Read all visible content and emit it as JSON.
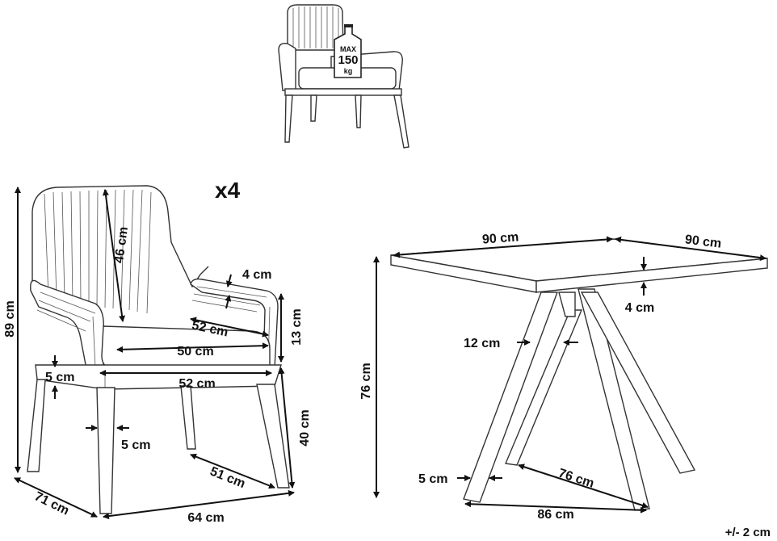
{
  "badge": {
    "line1": "MAX",
    "line2": "150",
    "line3": "kg"
  },
  "quantity": "x4",
  "chair": {
    "height_total": "89 cm",
    "back_height": "46 cm",
    "arm_thickness": "4 cm",
    "seat_depth": "52 cm",
    "arm_height": "13 cm",
    "seat_width": "50 cm",
    "frame_thickness": "5 cm",
    "frame_width": "52 cm",
    "leg_width": "5 cm",
    "seat_height": "40 cm",
    "leg_depth": "51 cm",
    "depth_total": "71 cm",
    "width_total": "64 cm"
  },
  "table": {
    "width_left": "90 cm",
    "width_right": "90 cm",
    "top_thickness": "4 cm",
    "leg_width": "12 cm",
    "height": "76 cm",
    "foot_width": "5 cm",
    "base_depth": "76 cm",
    "base_width": "86 cm"
  },
  "tolerance": "+/- 2 cm"
}
